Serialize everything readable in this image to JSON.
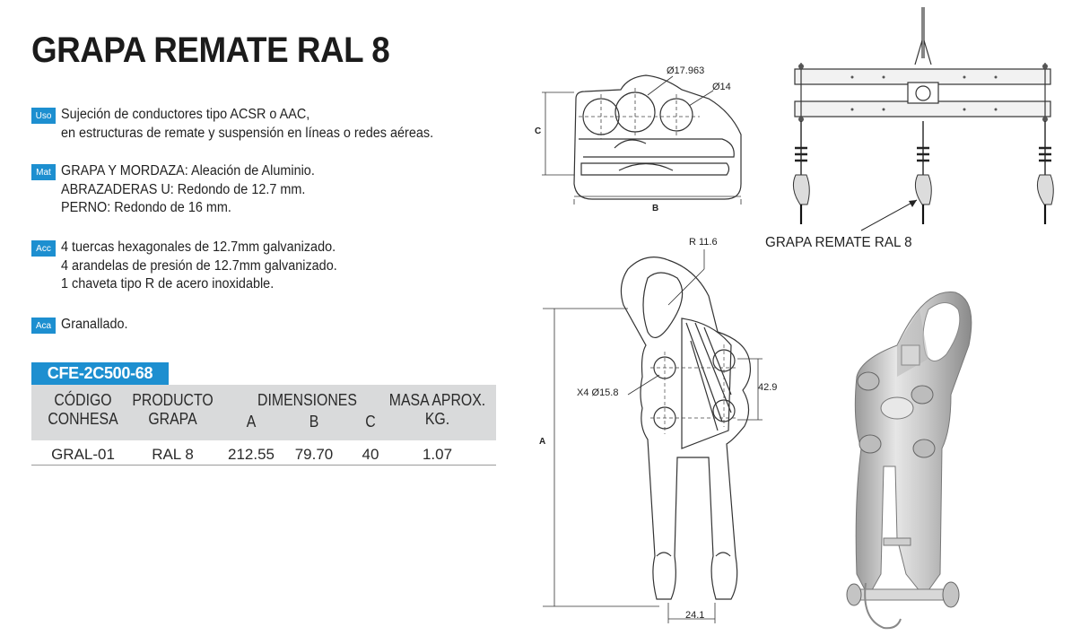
{
  "title": "GRAPA REMATE RAL 8",
  "specs": [
    {
      "badge": "Uso",
      "lines": [
        "Sujeción de conductores tipo ACSR o AAC,",
        "en estructuras de remate y suspensión en líneas o redes aéreas."
      ]
    },
    {
      "badge": "Mat",
      "lines": [
        "GRAPA Y MORDAZA: Aleación de Aluminio.",
        "ABRAZADERAS U: Redondo de 12.7 mm.",
        "PERNO: Redondo de 16 mm."
      ]
    },
    {
      "badge": "Acc",
      "lines": [
        "4 tuercas hexagonales de 12.7mm galvanizado.",
        "4 arandelas de presión de 12.7mm galvanizado.",
        "1 chaveta tipo R de acero inoxidable."
      ]
    },
    {
      "badge": "Aca",
      "lines": [
        "Granallado."
      ]
    }
  ],
  "table": {
    "code": "CFE-2C500-68",
    "headers": {
      "codigo": [
        "CÓDIGO",
        "CONHESA"
      ],
      "producto": [
        "PRODUCTO",
        "GRAPA"
      ],
      "dimensiones": "DIMENSIONES",
      "dim_a": "A",
      "dim_b": "B",
      "dim_c": "C",
      "masa": [
        "MASA APROX.",
        "KG."
      ]
    },
    "row": {
      "codigo": "GRAL-01",
      "producto": "RAL 8",
      "a": "212.55",
      "b": "79.70",
      "c": "40",
      "masa": "1.07"
    }
  },
  "drawing_top": {
    "dim_large": "Ø17.963",
    "dim_small": "Ø14",
    "label_c": "C",
    "label_b": "B"
  },
  "drawing_side": {
    "radius": "R 11.6",
    "holes": "X4 Ø15.8",
    "spacing": "42.9",
    "label_a": "A",
    "width": "24.1"
  },
  "caption": "GRAPA REMATE RAL 8"
}
